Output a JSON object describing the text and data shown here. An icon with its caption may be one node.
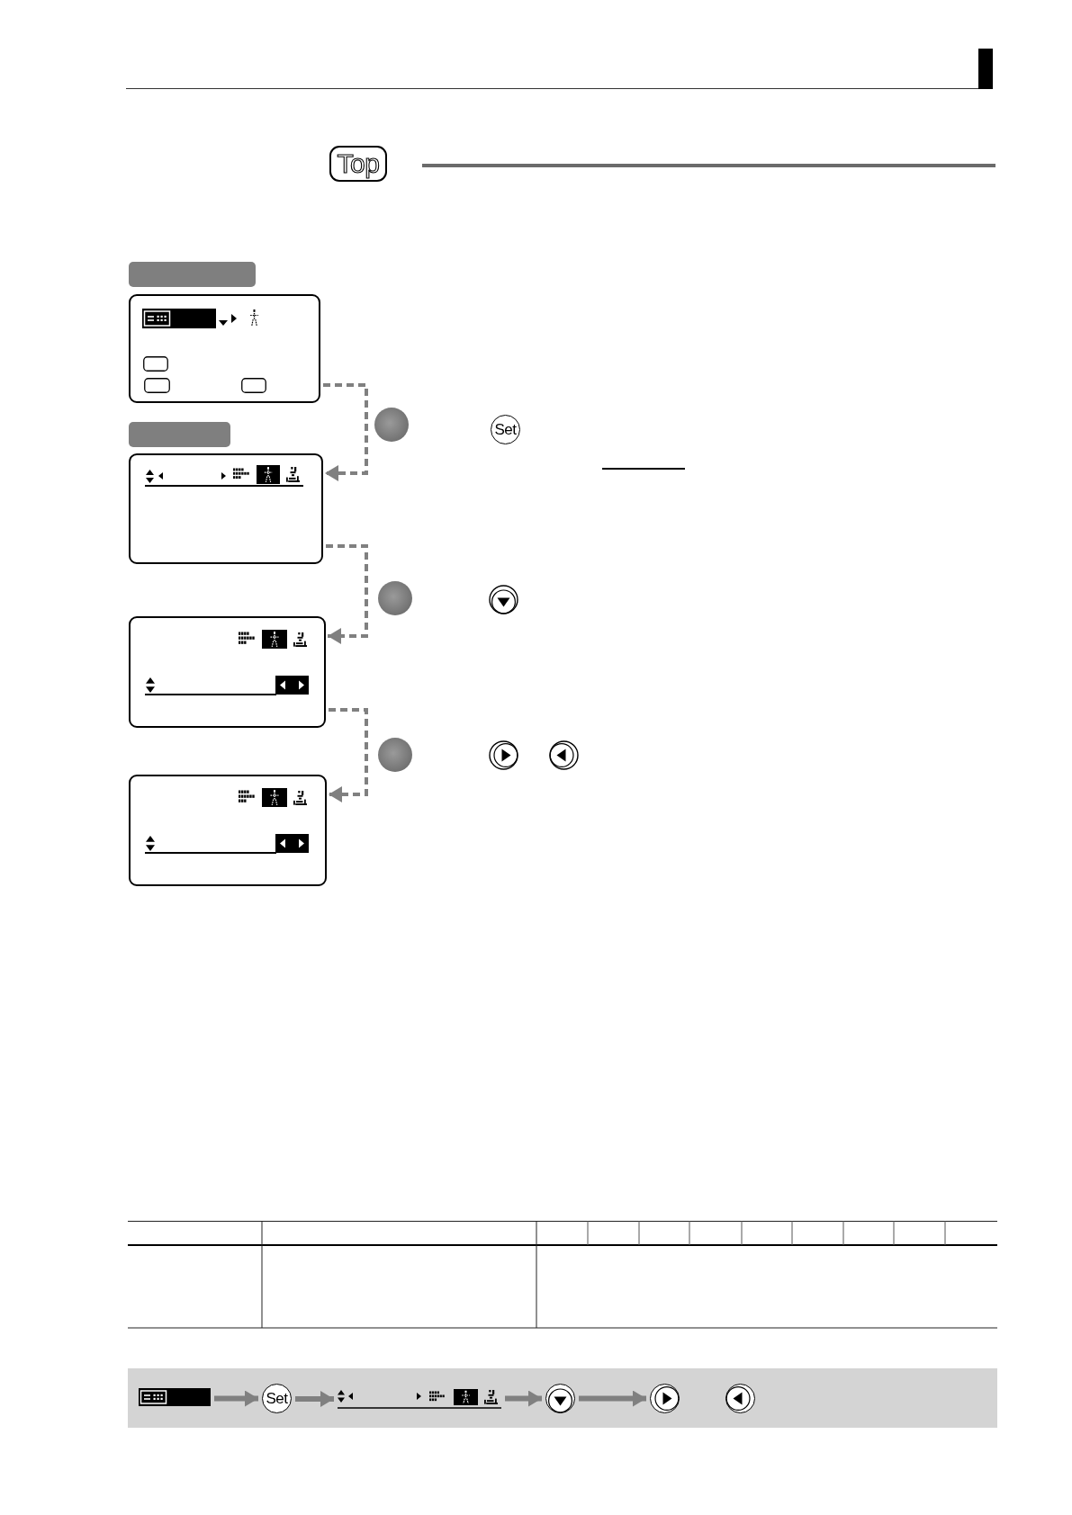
{
  "diagram": {
    "nodes": [
      {
        "text": [
          "Top"
        ]
      },
      {
        "text": [],
        "shape": "bar"
      },
      {
        "text": [],
        "shape": "box"
      },
      {
        "text": [
          "Set"
        ]
      },
      {
        "text": [],
        "shape": "bar"
      },
      {
        "text": [],
        "shape": "box"
      },
      {
        "text": [],
        "shape": "box"
      },
      {
        "text": [],
        "shape": "box"
      },
      {
        "text": [],
        "shape": "bar"
      },
      {
        "text": [
          "Set"
        ]
      },
      {
        "text": [],
        "shape": "picture"
      },
      {
        "text": [],
        "shape": "circle"
      },
      {
        "text": [],
        "shape": "circle"
      },
      {
        "text": [],
        "shape": "circle"
      }
    ],
    "edges": [
      {
        "from": 2,
        "to": 5,
        "arrow": "to",
        "style": "dashed"
      },
      {
        "from": 5,
        "to": 6,
        "arrow": "to",
        "style": "dashed"
      },
      {
        "from": 6,
        "to": 7,
        "arrow": "to",
        "style": "dashed"
      },
      {
        "from": 8,
        "to": 9,
        "arrow": "to"
      },
      {
        "from": 9,
        "to": 10,
        "arrow": "to"
      },
      {
        "from": 10,
        "to": 11,
        "arrow": "to"
      },
      {
        "from": 11,
        "to": 12,
        "arrow": "to"
      }
    ]
  }
}
